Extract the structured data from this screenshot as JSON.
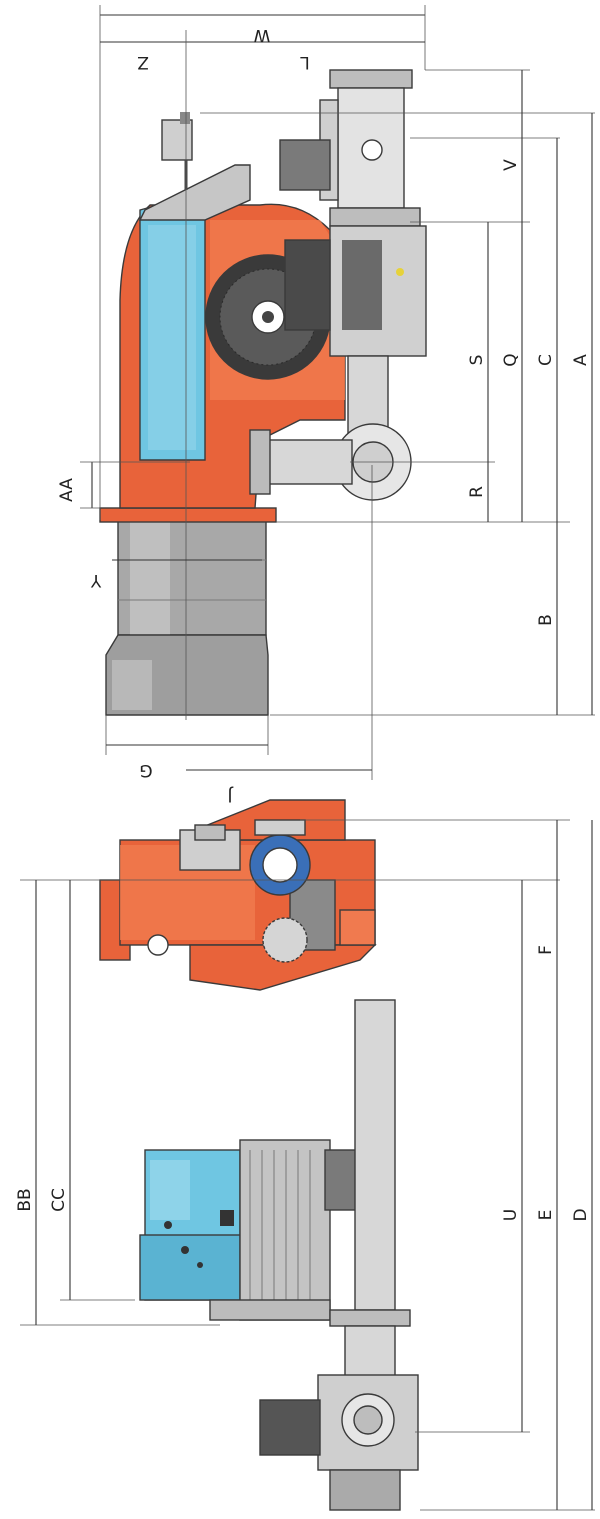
{
  "colors": {
    "burner_orange": "#e8633a",
    "panel_blue": "#6fc6e2",
    "steel_gray": "#b7b7b7",
    "pipe_light": "#d7d7d7",
    "frame_dark": "#4a4a4a"
  },
  "labels": {
    "W": "W",
    "Z": "Z",
    "L": "L",
    "V": "V",
    "Q": "Q",
    "C": "C",
    "A": "A",
    "S": "S",
    "R": "R",
    "AA": "AA",
    "Y": "Y",
    "B": "B",
    "G": "G",
    "J": "J",
    "F": "F",
    "U": "U",
    "E": "E",
    "D": "D",
    "BB": "BB",
    "CC": "CC"
  }
}
